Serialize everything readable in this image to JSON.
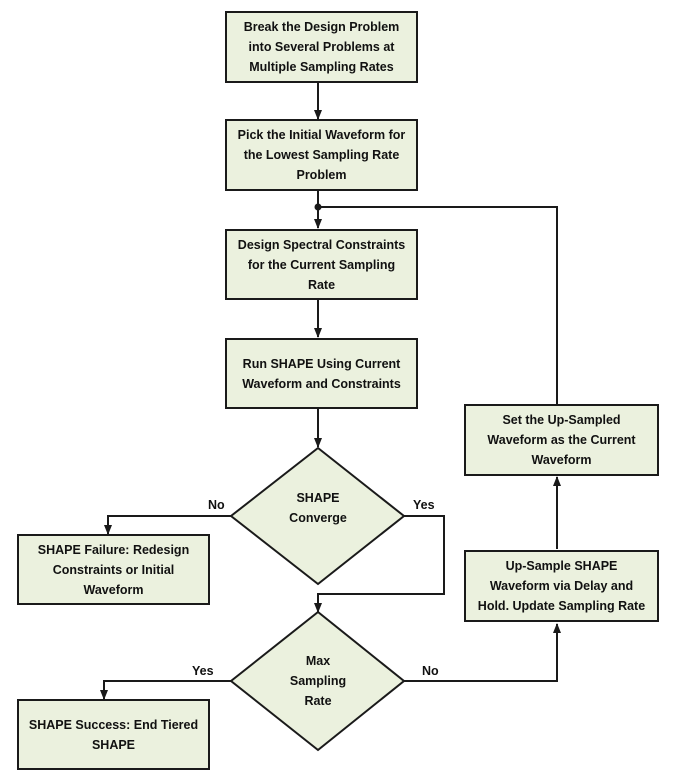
{
  "colors": {
    "node_fill": "#ebf1de",
    "stroke": "#1a1a1a",
    "text": "#111111"
  },
  "nodes": {
    "break_problem": "Break the Design Problem\ninto Several Problems at\nMultiple Sampling Rates",
    "pick_waveform": "Pick the Initial Waveform for\nthe Lowest Sampling Rate\nProblem",
    "design_constraints": "Design Spectral Constraints\nfor the Current Sampling\nRate",
    "run_shape": "Run SHAPE Using Current\nWaveform and Constraints",
    "shape_converge": "SHAPE\nConverge",
    "shape_failure": "SHAPE Failure:  Redesign\nConstraints or Initial\nWaveform",
    "max_sampling_rate": "Max\nSampling\nRate",
    "shape_success": "SHAPE Success: End Tiered\nSHAPE",
    "up_sample": "Up-Sample SHAPE\nWaveform via Delay and\nHold.  Update Sampling Rate",
    "set_upsampled": "Set the Up-Sampled\nWaveform as the Current\nWaveform"
  },
  "edge_labels": {
    "converge_no": "No",
    "converge_yes": "Yes",
    "max_yes": "Yes",
    "max_no": "No"
  }
}
